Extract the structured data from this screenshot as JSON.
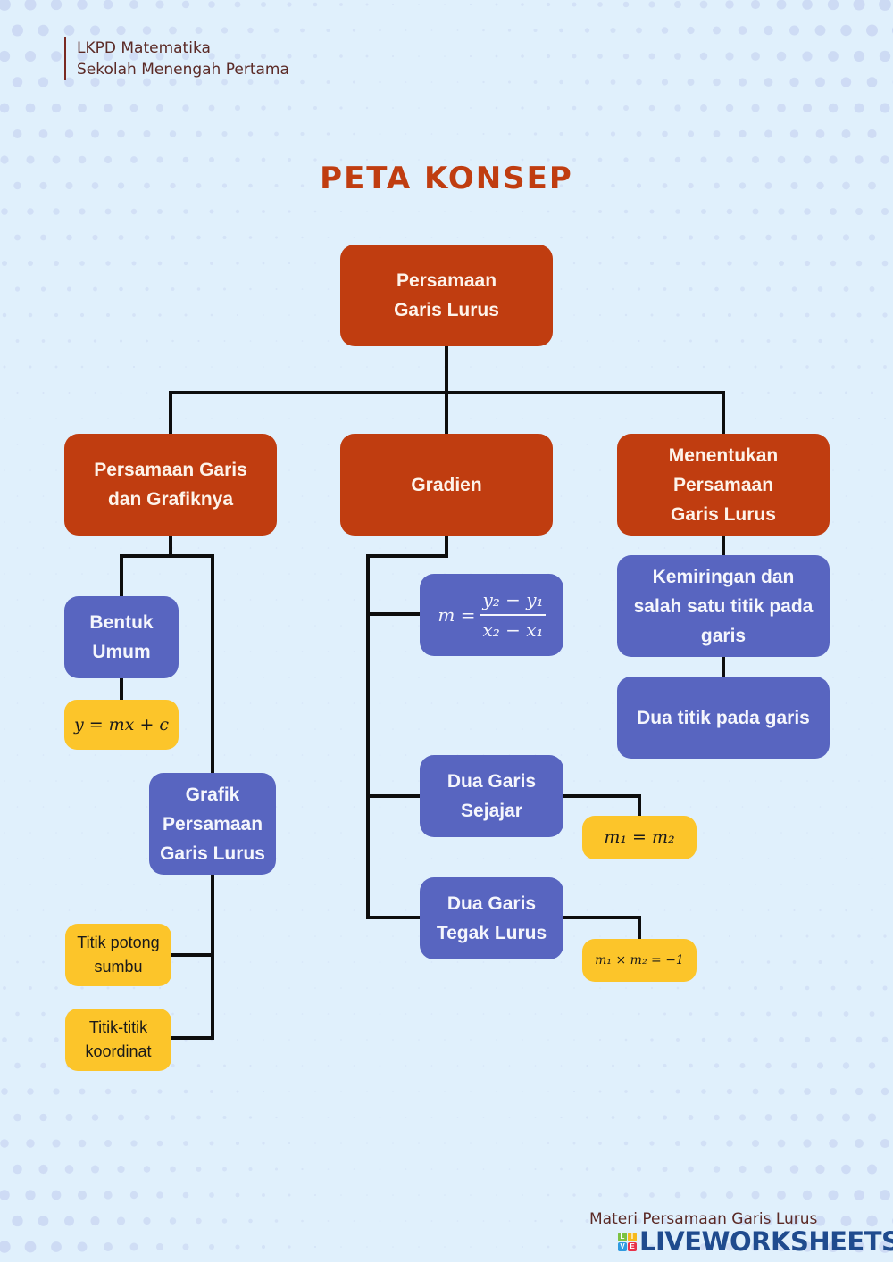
{
  "header": {
    "line1": "LKPD Matematika",
    "line2": "Sekolah Menengah Pertama"
  },
  "title": "PETA KONSEP",
  "colors": {
    "background": "#e0f0fc",
    "primary_node": "#c03d10",
    "secondary_node": "#5865c0",
    "formula_node": "#fcc52a",
    "title": "#c03d10",
    "connector": "#0d0d0d"
  },
  "nodes": {
    "root": {
      "line1": "Persamaan",
      "line2": "Garis Lurus"
    },
    "persamaan_grafik": {
      "line1": "Persamaan Garis",
      "line2": "dan Grafiknya"
    },
    "gradien": {
      "label": "Gradien"
    },
    "menentukan": {
      "line1": "Menentukan",
      "line2": "Persamaan",
      "line3": "Garis Lurus"
    },
    "bentuk_umum": {
      "line1": "Bentuk",
      "line2": "Umum"
    },
    "bentuk_umum_formula": "y = mx + c",
    "grafik": {
      "line1": "Grafik",
      "line2": "Persamaan",
      "line3": "Garis Lurus"
    },
    "titik_potong": {
      "line1": "Titik potong",
      "line2": "sumbu"
    },
    "titik_koordinat": {
      "line1": "Titik-titik",
      "line2": "koordinat"
    },
    "gradien_formula": {
      "lhs": "m =",
      "numerator": "y₂ − y₁",
      "denominator": "x₂ − x₁"
    },
    "sejajar": {
      "line1": "Dua Garis",
      "line2": "Sejajar"
    },
    "sejajar_formula": "m₁ = m₂",
    "tegak_lurus": {
      "line1": "Dua Garis",
      "line2": "Tegak Lurus"
    },
    "tegak_lurus_formula": "m₁ × m₂ = −1",
    "kemiringan": {
      "line1": "Kemiringan dan",
      "line2": "salah satu titik pada",
      "line3": "garis"
    },
    "dua_titik": {
      "label": "Dua titik pada garis"
    }
  },
  "footer": {
    "subtitle": "Materi Persamaan Garis Lurus",
    "brand": "LIVEWORKSHEETS",
    "logo_letters": [
      "L",
      "I",
      "V",
      "E"
    ],
    "logo_colors": [
      "#7cc242",
      "#f6b91c",
      "#2f9be0",
      "#e8334a"
    ]
  }
}
